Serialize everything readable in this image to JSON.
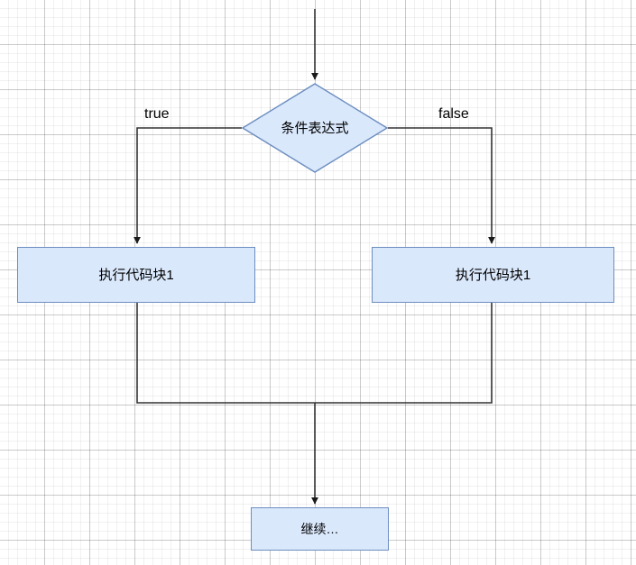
{
  "diagram": {
    "type": "flowchart",
    "title": "if-else conditional flowchart",
    "nodes": {
      "condition": {
        "shape": "diamond",
        "label": "条件表达式"
      },
      "true_branch": {
        "shape": "rectangle",
        "label": "执行代码块1"
      },
      "false_branch": {
        "shape": "rectangle",
        "label": "执行代码块1"
      },
      "continue": {
        "shape": "rectangle",
        "label": "继续…"
      }
    },
    "edge_labels": {
      "true": "true",
      "false": "false"
    },
    "colors": {
      "node_fill": "#dae8fc",
      "node_border": "#6c8ebf",
      "edge_stroke": "#333333",
      "text": "#000000",
      "canvas_background": "#ffffff",
      "grid_minor": "#efefef",
      "grid_major": "#d9d9d9"
    }
  }
}
